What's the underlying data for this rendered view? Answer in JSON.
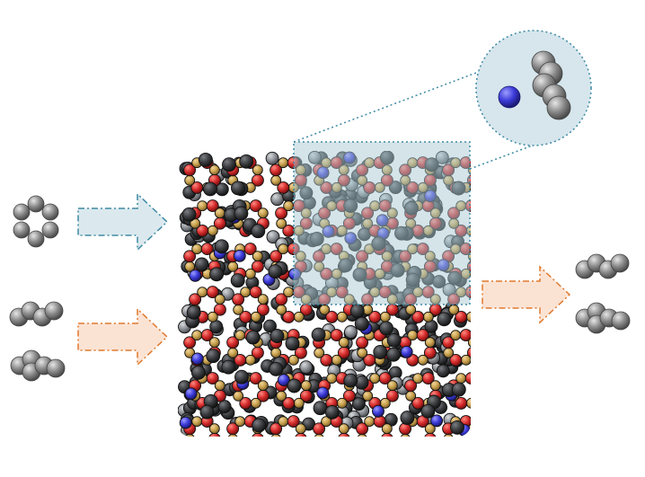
{
  "colors": {
    "background": "#ffffff",
    "oxygen": "#d42b2b",
    "silicon": "#c9a24f",
    "carbon_dark": "#3b3d40",
    "carbon_light": "#8e9297",
    "metal_ion": "#3b3ad8",
    "guest_molecule": "#8a8a8a",
    "blue_arrow_fill": "#dbe9ee",
    "blue_arrow_stroke": "#3f8aa4",
    "orange_arrow_fill": "#fbe3d4",
    "orange_arrow_stroke": "#e07a2e",
    "highlight_box_fill": "#a9c9d4",
    "highlight_box_stroke": "#3f8aa4",
    "zoom_circle_fill": "#d6e6ec"
  },
  "diagram": {
    "type": "molecular-sieve-separation-schematic",
    "inputs": [
      {
        "id": "ring-molecule",
        "arrow": "blue"
      },
      {
        "id": "linear-molecule",
        "arrow": "orange"
      },
      {
        "id": "branched-molecule",
        "arrow": "orange"
      }
    ],
    "outputs": [
      {
        "id": "linear-molecule",
        "arrow": "orange"
      },
      {
        "id": "branched-molecule",
        "arrow": "orange"
      }
    ],
    "zoom_inset": {
      "shows": [
        "metal-ion",
        "guest-molecule"
      ]
    }
  }
}
